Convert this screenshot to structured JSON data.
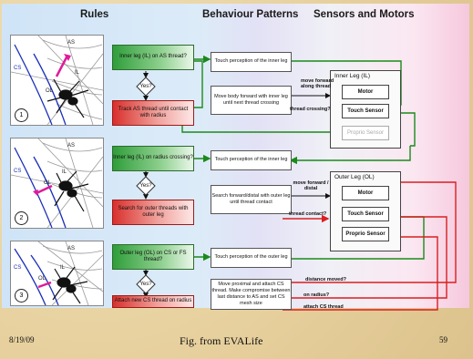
{
  "headers": {
    "rules": "Rules",
    "behaviour": "Behaviour Patterns",
    "sensors": "Sensors and Motors"
  },
  "scenes": [
    {
      "num": "1",
      "labels": {
        "as": "AS",
        "cs": "CS",
        "il": "IL",
        "ol": "OL"
      }
    },
    {
      "num": "2",
      "labels": {
        "as": "AS",
        "cs": "CS",
        "il": "IL",
        "ol": "OL"
      }
    },
    {
      "num": "3",
      "labels": {
        "as": "AS",
        "cs": "CS",
        "il": "IL",
        "ol": "OL"
      }
    }
  ],
  "rules": [
    {
      "question": "Inner leg (IL) on AS thread?",
      "yes": "Yes?",
      "action": "Track AS thread until contact with radius"
    },
    {
      "question": "Inner leg (IL) on radius crossing?",
      "yes": "Yes?",
      "action": "Search for outer threads with outer leg"
    },
    {
      "question": "Outer leg (OL) on CS or FS thread?",
      "yes": "Yes?",
      "action": "Attach new CS thread on radius"
    }
  ],
  "behaviours": [
    {
      "perception": "Touch perception of the inner leg",
      "pattern": "Move body forward with inner leg until next thread crossing"
    },
    {
      "perception": "Touch perception of the inner leg",
      "pattern": "Search forward/distal with outer leg until thread contact"
    },
    {
      "perception": "Touch perception of the outer leg",
      "pattern": "Move proximal and attach CS thread. Make compromise between last distance to AS and set CS mesh size"
    }
  ],
  "inner_leg": {
    "title": "Inner Leg (IL)",
    "motor": "Motor",
    "touch": "Touch Sensor",
    "proprio": "Proprio Sensor"
  },
  "outer_leg": {
    "title": "Outer Leg (OL)",
    "motor": "Motor",
    "touch": "Touch Sensor",
    "proprio": "Proprio Sensor"
  },
  "edge_labels": {
    "move_forward": "move forward along thread",
    "thread_crossing": "thread crossing?",
    "move_fd": "move forward / distal",
    "thread_contact": "thread contact?",
    "distance_moved": "distance moved?",
    "on_radius": "on radius?",
    "attach_cs": "attach CS thread"
  },
  "footer": {
    "date": "8/19/09",
    "caption": "Fig. from EVALife",
    "page": "59"
  },
  "colors": {
    "green": "#1a8a1a",
    "red": "#d91f1f",
    "magenta": "#e01a9a",
    "blue": "#1a2fb8"
  }
}
